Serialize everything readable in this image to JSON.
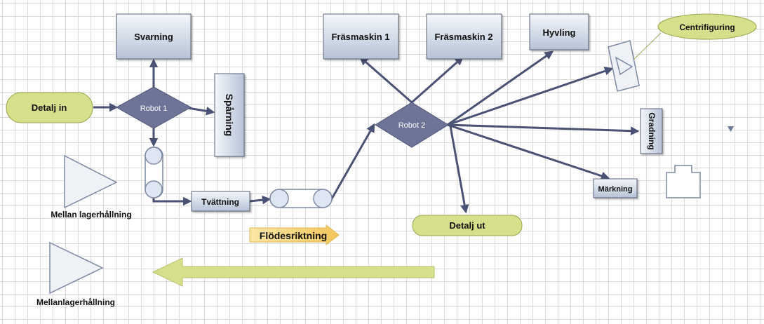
{
  "diagram": {
    "detalj_in": "Detalj in",
    "detalj_ut": "Detalj ut",
    "robot1": "Robot 1",
    "robot2": "Robot 2",
    "svarning": "Svarning",
    "sparning": "Spårning",
    "tvattning": "Tvättning",
    "frasmaskin1": "Fräsmaskin 1",
    "frasmaskin2": "Fräsmaskin 2",
    "hyvling": "Hyvling",
    "centrifugering": "Centrifiguring",
    "gradning": "Gradning",
    "markning": "Märkning",
    "mellan_lagerhallning": "Mellan lagerhållning",
    "mellanlagerhallning": "Mellanlagerhållning",
    "flodesriktning": "Flödesriktning"
  },
  "colors": {
    "process_fill_top": "#f3f6fa",
    "process_fill_bottom": "#b7c4d6",
    "process_stroke": "#5a6478",
    "diamond": "#6e7497",
    "terminal": "#d6df8a",
    "connector": "#4a5275",
    "flow_arrow": "#f6d06a",
    "big_arrow": "#d6df8a"
  },
  "icons": [
    "small-triangle-marker-icon",
    "warehouse-icon"
  ]
}
